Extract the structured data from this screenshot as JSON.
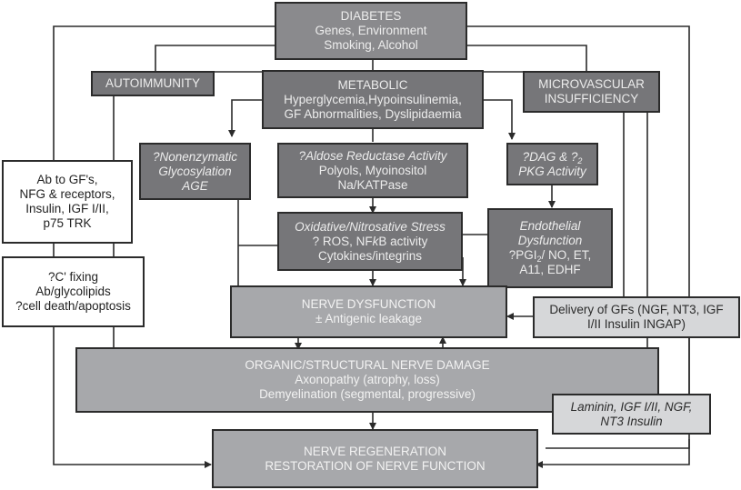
{
  "diagram": {
    "diabetes": {
      "title": "DIABETES",
      "line1": "Genes, Environment",
      "line2": "Smoking, Alcohol"
    },
    "autoimmunity": {
      "title": "AUTOIMMUNITY"
    },
    "metabolic": {
      "title": "METABOLIC",
      "line1": "Hyperglycemia,Hypoinsulinemia,",
      "line2": "GF Abnormalities, Dyslipidaemia"
    },
    "microvascular": {
      "line1": "MICROVASCULAR",
      "line2": "INSUFFICIENCY"
    },
    "antibodies": {
      "line1": "Ab to GF's,",
      "line2": "NFG & receptors,",
      "line3": "Insulin, IGF I/II,",
      "line4": "p75 TRK"
    },
    "nonenzymatic": {
      "line1": "?Nonenzymatic",
      "line2": "Glycosylation",
      "line3": "AGE"
    },
    "aldose": {
      "line1": "?Aldose Reductase Activity",
      "line2": "Polyols, Myoinositol",
      "line3": "Na/KATPase"
    },
    "dag": {
      "line1a": "?DAG & ?",
      "line1sub": "2",
      "line2": "PKG Activity"
    },
    "oxidative": {
      "line1": "Oxidative/Nitrosative Stress",
      "line2a": "? ROS, NF",
      "line2k": "k",
      "line2b": "B activity",
      "line3": "Cytokines/integrins"
    },
    "endothelial": {
      "line1": "Endothelial",
      "line2": "Dysfunction",
      "line3a": "?PGI",
      "line3sub": "2",
      "line3b": "/ NO, ET,",
      "line4": "A11, EDHF"
    },
    "complement": {
      "line1": "?C' fixing",
      "line2": "Ab/glycolipids",
      "line3": "?cell death/apoptosis"
    },
    "nerve_dysfunction": {
      "title": "NERVE DYSFUNCTION",
      "line1": "± Antigenic leakage"
    },
    "delivery": {
      "line1": "Delivery of GFs (NGF, NT3, IGF",
      "line2": "I/II Insulin INGAP)"
    },
    "structural": {
      "title": "ORGANIC/STRUCTURAL NERVE DAMAGE",
      "line1": "Axonopathy (atrophy, loss)",
      "line2": "Demyelination (segmental, progressive)"
    },
    "laminin": {
      "line1": "Laminin, IGF I/II, NGF,",
      "line2": "NT3 Insulin"
    },
    "regeneration": {
      "line1": "NERVE REGENERATION",
      "line2": "RESTORATION OF NERVE FUNCTION"
    }
  },
  "colors": {
    "dark_box": "#767679",
    "mid_box": "#a7a8ab",
    "light_box": "#d6d7d9",
    "line": "#2b2b2b"
  }
}
